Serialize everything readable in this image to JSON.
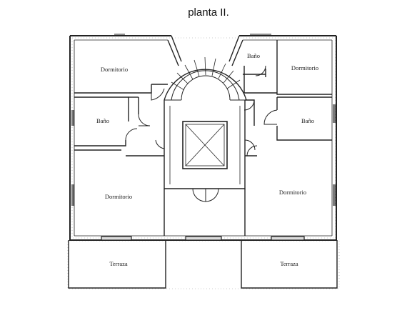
{
  "title": "planta II.",
  "rooms": {
    "dormitorio_nw": "Dormitorio",
    "bano_ne_top": "Baño",
    "dormitorio_ne": "Dormitorio",
    "bano_w": "Baño",
    "bano_e": "Baño",
    "dormitorio_sw": "Dormitorio",
    "dormitorio_se": "Dormitorio",
    "terraza_w": "Terraza",
    "terraza_e": "Terraza"
  },
  "colors": {
    "ink": "#222222",
    "paper": "#ffffff",
    "hatch": "#888888"
  }
}
